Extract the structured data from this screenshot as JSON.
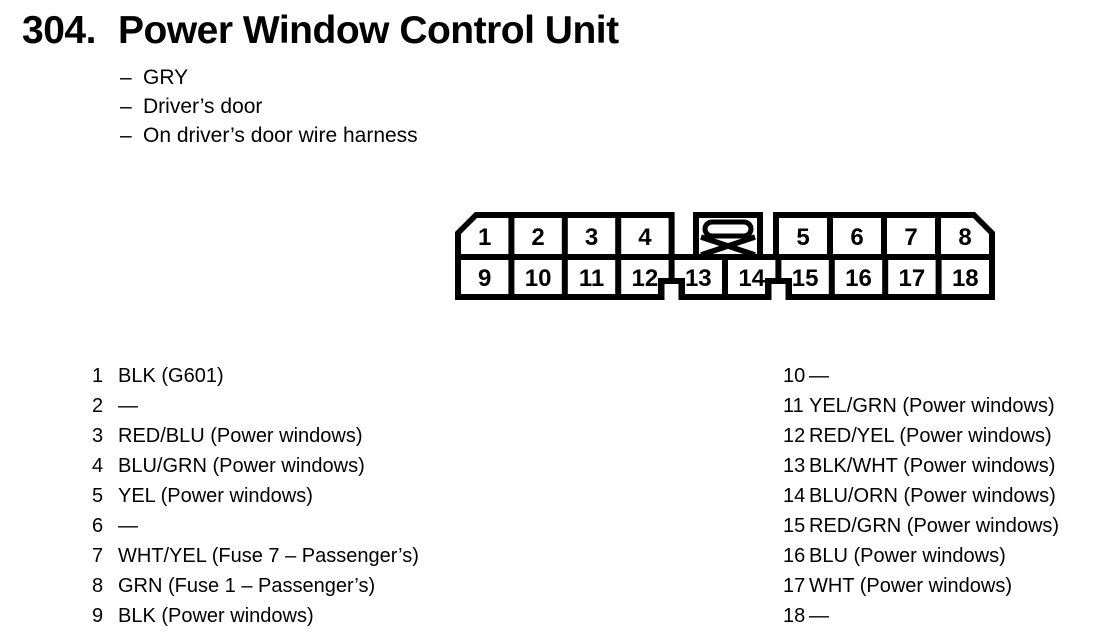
{
  "header": {
    "number": "304.",
    "title": "Power Window Control Unit",
    "bullet": "–",
    "notes": [
      "GRY",
      "Driver’s door",
      "On driver’s door wire harness"
    ]
  },
  "connector": {
    "top_pins": [
      "1",
      "2",
      "3",
      "4",
      "5",
      "6",
      "7",
      "8"
    ],
    "bottom_pins": [
      "9",
      "10",
      "11",
      "12",
      "13",
      "14",
      "15",
      "16",
      "17",
      "18"
    ]
  },
  "pins_left": [
    {
      "num": "1",
      "label": "BLK (G601)"
    },
    {
      "num": "2",
      "label": "—"
    },
    {
      "num": "3",
      "label": "RED/BLU (Power windows)"
    },
    {
      "num": "4",
      "label": "BLU/GRN (Power windows)"
    },
    {
      "num": "5",
      "label": "YEL (Power windows)"
    },
    {
      "num": "6",
      "label": "—"
    },
    {
      "num": "7",
      "label": "WHT/YEL (Fuse 7 – Passenger’s)"
    },
    {
      "num": "8",
      "label": "GRN (Fuse 1 – Passenger’s)"
    },
    {
      "num": "9",
      "label": "BLK (Power windows)"
    }
  ],
  "pins_right": [
    {
      "num": "10",
      "label": "—"
    },
    {
      "num": "11",
      "label": "YEL/GRN (Power windows)"
    },
    {
      "num": "12",
      "label": "RED/YEL (Power windows)"
    },
    {
      "num": "13",
      "label": "BLK/WHT (Power windows)"
    },
    {
      "num": "14",
      "label": "BLU/ORN (Power windows)"
    },
    {
      "num": "15",
      "label": "RED/GRN (Power windows)"
    },
    {
      "num": "16",
      "label": "BLU (Power windows)"
    },
    {
      "num": "17",
      "label": "WHT (Power windows)"
    },
    {
      "num": "18",
      "label": "—"
    }
  ],
  "colors": {
    "ink": "#000000",
    "paper": "#ffffff"
  }
}
